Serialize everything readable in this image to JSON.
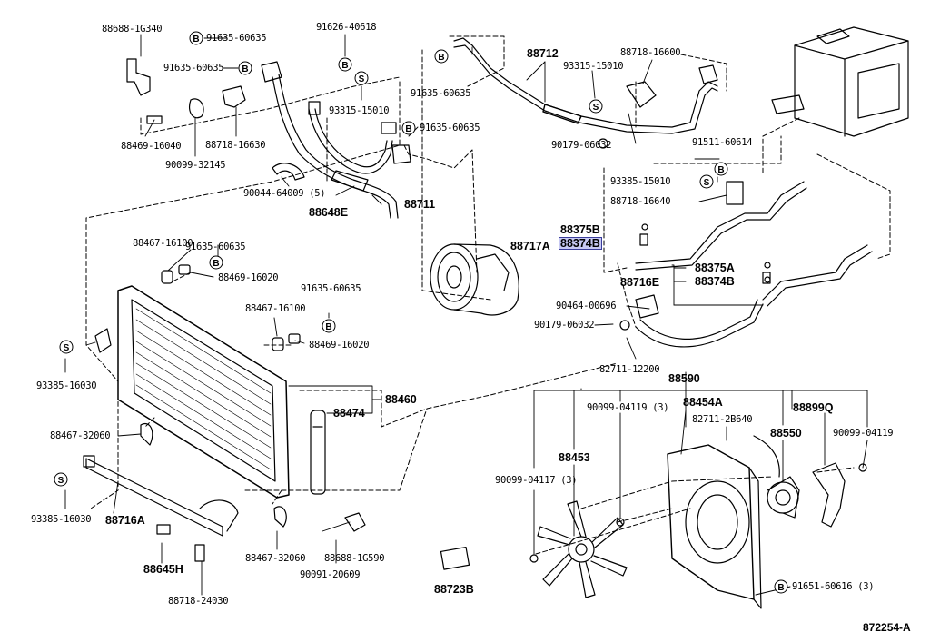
{
  "labels": {
    "p88688_1g340": "88688-1G340",
    "p91635_60635_a": "91635-60635",
    "p91626_40618": "91626-40618",
    "p91635_60635_b": "91635-60635",
    "p88469_16040": "88469-16040",
    "p88718_16630": "88718-16630",
    "p93315_15010_a": "93315-15010",
    "p90099_32145": "90099-32145",
    "p91635_60635_c": "91635-60635",
    "p90044_64009": "90044-64009 (5)",
    "p88648e": "88648E",
    "p88711": "88711",
    "p88712": "88712",
    "p88718_16600": "88718-16600",
    "p93315_15010_b": "93315-15010",
    "p91635_60635_d": "91635-60635",
    "p90179_06032_a": "90179-06032",
    "p91511_60614": "91511-60614",
    "p93385_15010": "93385-15010",
    "p88718_16640": "88718-16640",
    "p88375b": "88375B",
    "p88717a": "88717A",
    "p88374b_hl": "88374B",
    "p91635_60635_e": "91635-60635",
    "p88467_16100_a": "88467-16100",
    "p88469_16020_a": "88469-16020",
    "p88375a": "88375A",
    "p88716e": "88716E",
    "p88374b": "88374B",
    "p91635_60635_f": "91635-60635",
    "p88467_16100_b": "88467-16100",
    "p88469_16020_b": "88469-16020",
    "p90464_00696": "90464-00696",
    "p90179_06032_b": "90179-06032",
    "p93385_16030_a": "93385-16030",
    "p82711_12200": "82711-12200",
    "p88590": "88590",
    "p88460": "88460",
    "p88474": "88474",
    "p90099_04119_3": "90099-04119 (3)",
    "p88454a": "88454A",
    "p88899q": "88899Q",
    "p82711_2b640": "82711-2B640",
    "p88550": "88550",
    "p90099_04119": "90099-04119",
    "p88467_32060_a": "88467-32060",
    "p88453": "88453",
    "p90099_04117": "90099-04117 (3)",
    "p93385_16030_b": "93385-16030",
    "p88716a": "88716A",
    "p88645h": "88645H",
    "p88467_32060_b": "88467-32060",
    "p88688_1g590": "88688-1G590",
    "p90091_20609": "90091-20609",
    "p88718_24030": "88718-24030",
    "p88723b": "88723B",
    "p91651_60616": "91651-60616 (3)",
    "fig_no": "872254-A"
  },
  "badges": {
    "b": "B",
    "s": "S"
  },
  "colors": {
    "line": "#000000",
    "highlight": "#c7c9f3",
    "highlight_border": "#3a3d9b"
  }
}
